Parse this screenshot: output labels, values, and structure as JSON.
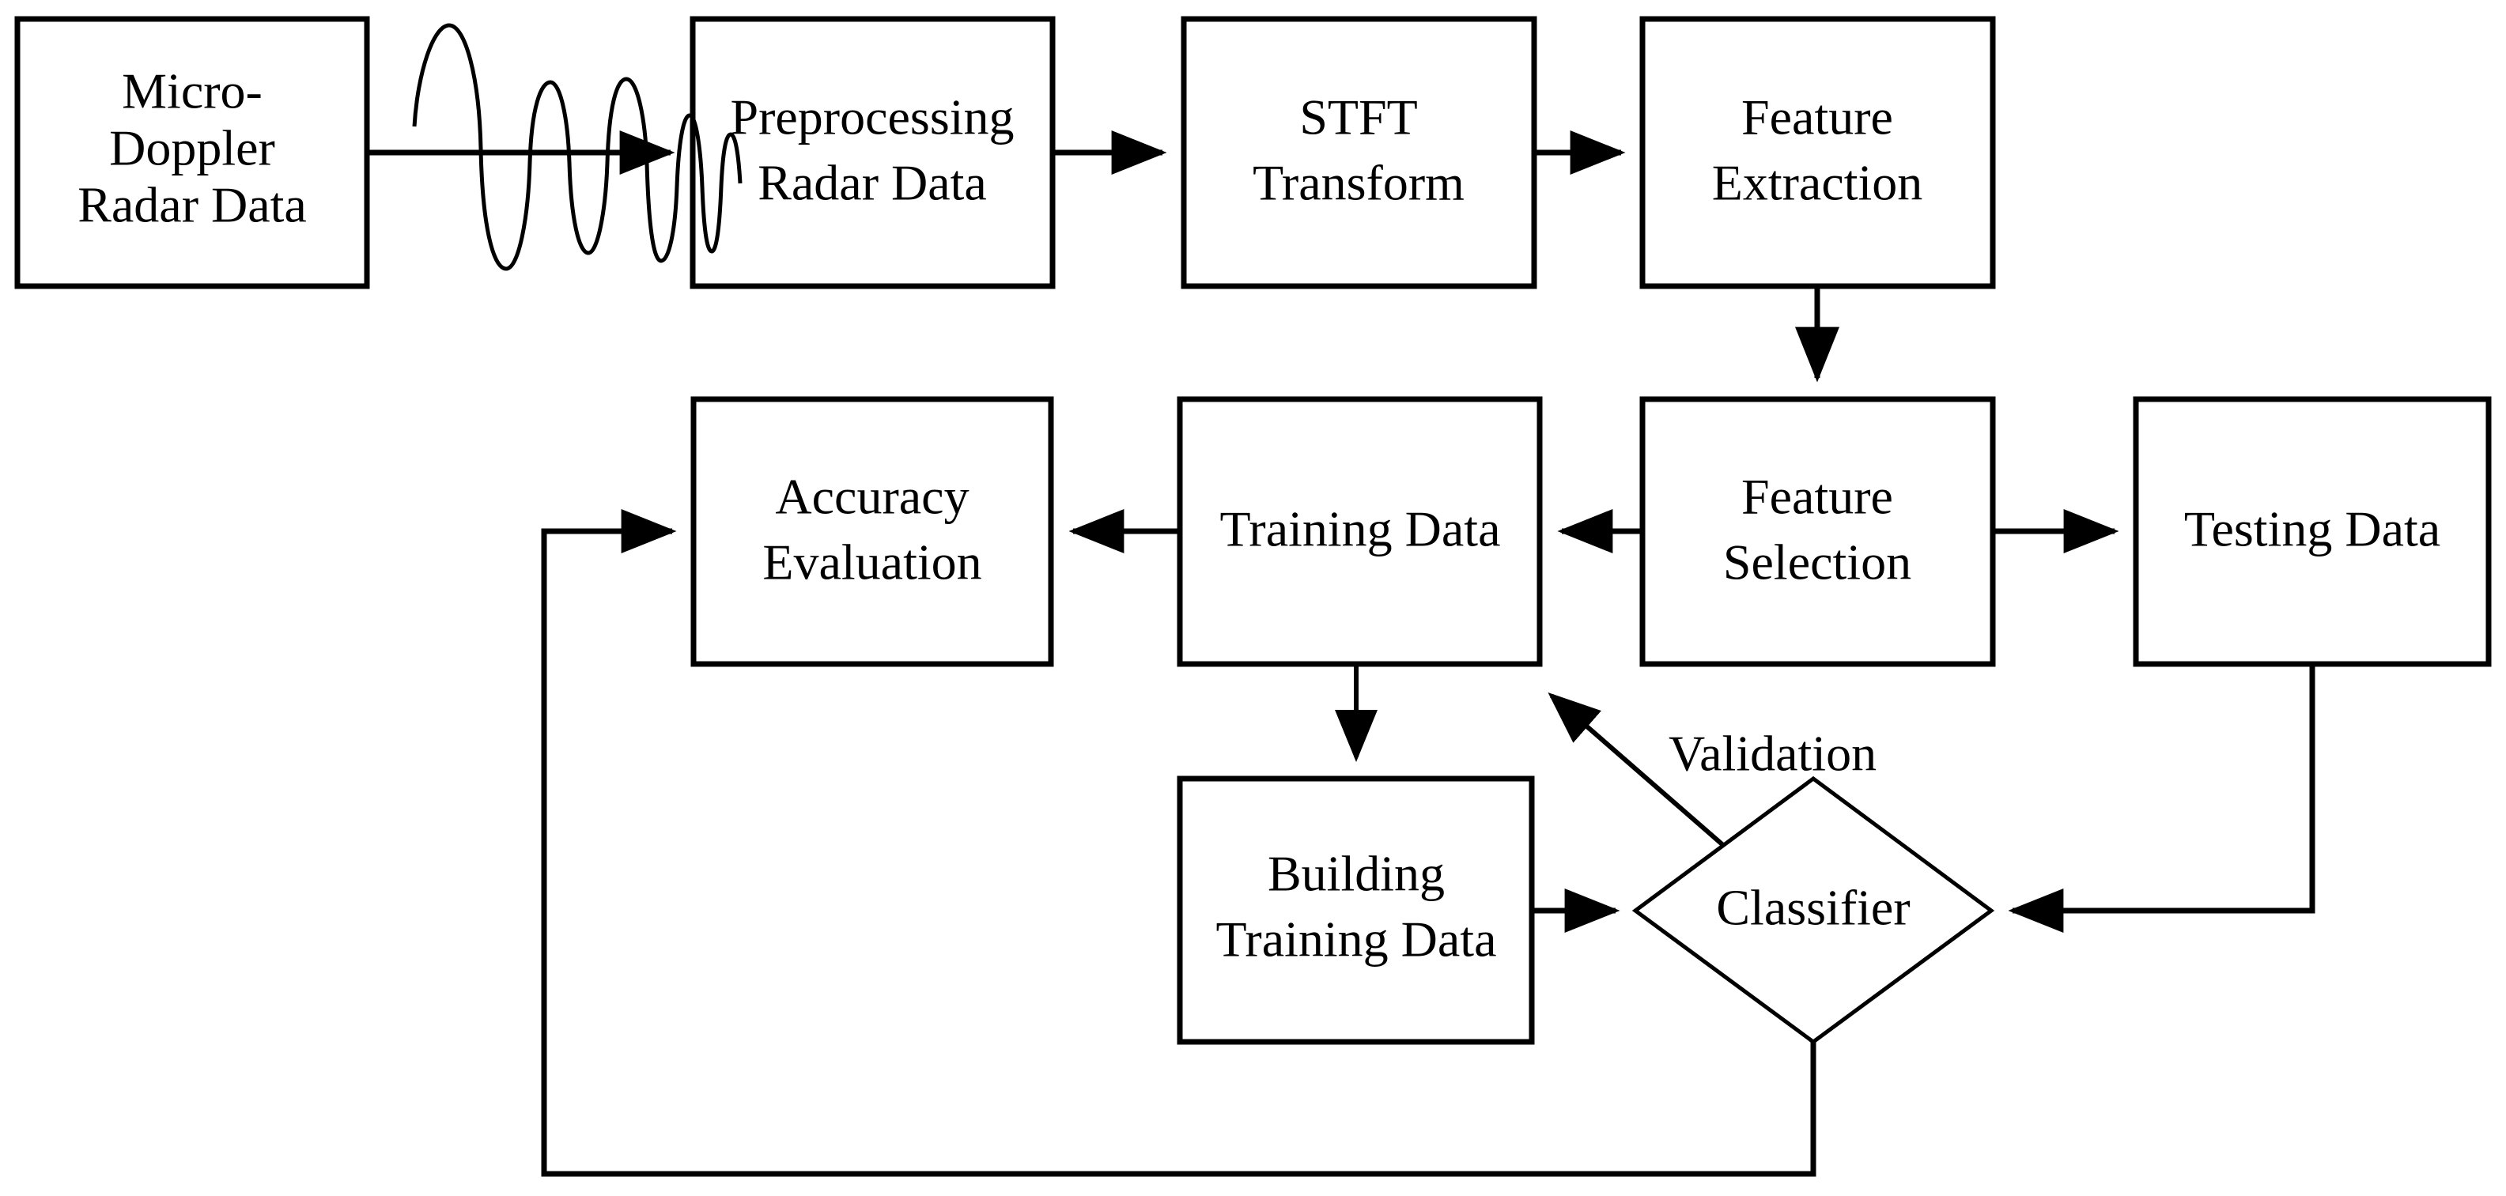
{
  "diagram": {
    "title": "Micro-Doppler Radar Classification Pipeline Flowchart",
    "stroke_color": "#000000",
    "fill_color": "#ffffff",
    "nodes": [
      {
        "id": "micro_doppler_radar_data",
        "shape": "rect",
        "line1": "Micro-",
        "line2": "Doppler",
        "line3": "Radar Data"
      },
      {
        "id": "preprocessing_radar_data",
        "shape": "rect",
        "line1": "Preprocessing",
        "line2": "Radar Data"
      },
      {
        "id": "stft_transform",
        "shape": "rect",
        "line1": "STFT",
        "line2": "Transform"
      },
      {
        "id": "feature_extraction",
        "shape": "rect",
        "line1": "Feature",
        "line2": "Extraction"
      },
      {
        "id": "accuracy_evaluation",
        "shape": "rect",
        "line1": "Accuracy",
        "line2": "Evaluation"
      },
      {
        "id": "training_data",
        "shape": "rect",
        "line1": "Training Data"
      },
      {
        "id": "feature_selection",
        "shape": "rect",
        "line1": "Feature",
        "line2": "Selection"
      },
      {
        "id": "testing_data",
        "shape": "rect",
        "line1": "Testing Data"
      },
      {
        "id": "building_training_data",
        "shape": "rect",
        "line1": "Building",
        "line2": "Training Data"
      },
      {
        "id": "classifier",
        "shape": "diamond",
        "line1": "Classifier"
      }
    ],
    "edge_labels": {
      "validation": "Validation"
    },
    "edges": [
      {
        "from": "micro_doppler_radar_data",
        "to": "preprocessing_radar_data",
        "label": "",
        "decoration": "waveform"
      },
      {
        "from": "preprocessing_radar_data",
        "to": "stft_transform",
        "label": ""
      },
      {
        "from": "stft_transform",
        "to": "feature_extraction",
        "label": ""
      },
      {
        "from": "feature_extraction",
        "to": "feature_selection",
        "label": ""
      },
      {
        "from": "feature_selection",
        "to": "training_data",
        "label": ""
      },
      {
        "from": "feature_selection",
        "to": "testing_data",
        "label": ""
      },
      {
        "from": "training_data",
        "to": "accuracy_evaluation",
        "label": ""
      },
      {
        "from": "training_data",
        "to": "building_training_data",
        "label": ""
      },
      {
        "from": "building_training_data",
        "to": "classifier",
        "label": ""
      },
      {
        "from": "testing_data",
        "to": "classifier",
        "label": ""
      },
      {
        "from": "classifier",
        "to": "training_data",
        "label": "Validation"
      },
      {
        "from": "classifier",
        "to": "accuracy_evaluation",
        "label": ""
      }
    ]
  }
}
